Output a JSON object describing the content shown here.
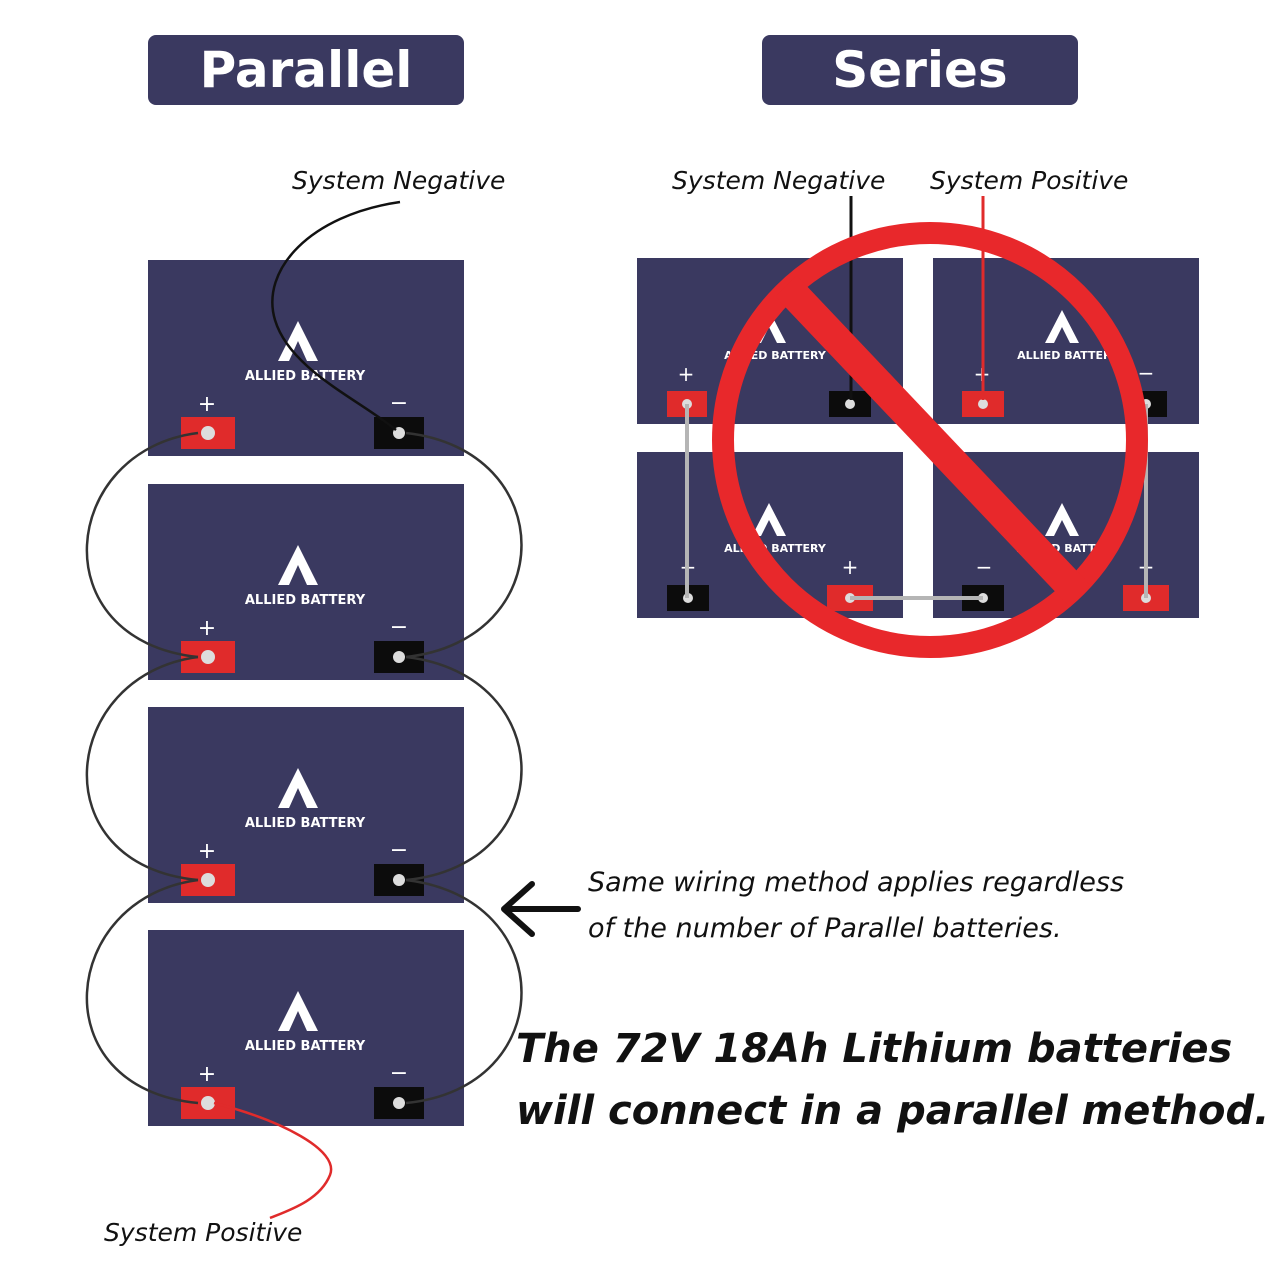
{
  "headers": {
    "parallel": "Parallel",
    "series": "Series"
  },
  "parallel": {
    "negative_label": "System Negative",
    "positive_label": "System Positive",
    "battery_brand": "ALLIED BATTERY",
    "plus_symbol": "+",
    "minus_symbol": "−"
  },
  "series": {
    "negative_label": "System Negative",
    "positive_label": "System Positive",
    "battery_brand": "ALLIED BATTERY",
    "status_icon": "prohibited-icon"
  },
  "notes": {
    "line1": "Same wiring method applies regardless",
    "line2": "of the number of Parallel batteries.",
    "big_line1": "The 72V 18Ah Lithium batteries",
    "big_line2": "will connect in a parallel method."
  },
  "colors": {
    "battery": "#3a3960",
    "positive_terminal": "#e02b2b",
    "negative_terminal": "#0c0c0c",
    "prohibited": "#e8282b",
    "wire_dark": "#333333",
    "wire_red": "#e02b2b",
    "wire_gray": "#b5b5b5"
  }
}
